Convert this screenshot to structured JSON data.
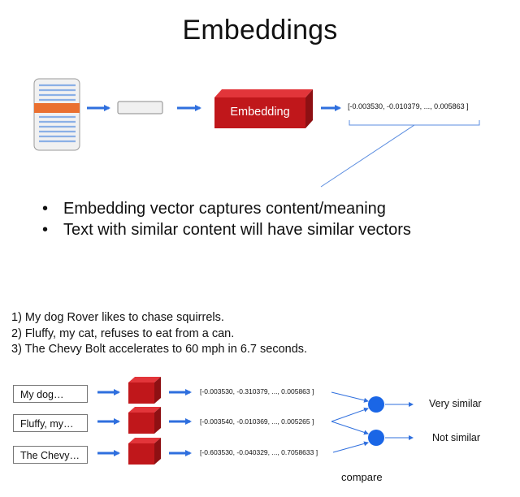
{
  "title": "Embeddings",
  "top_flow": {
    "embedding_label": "Embedding",
    "vector": "[-0.003530, -0.010379, ..., 0.005863 ]"
  },
  "bullets": [
    "Embedding vector captures content/meaning",
    "Text with similar content will have similar vectors"
  ],
  "sentences": [
    "1) My dog Rover likes to chase squirrels.",
    "2) Fluffy, my cat, refuses to eat from a can.",
    "3) The Chevy Bolt accelerates to 60 mph in 6.7 seconds."
  ],
  "rows": [
    {
      "input": "My dog…",
      "vector": "[-0.003530, -0.310379, ..., 0.005863 ]"
    },
    {
      "input": "Fluffy, my…",
      "vector": "[-0.003540, -0.010369, ..., 0.005265 ]"
    },
    {
      "input": "The Chevy…",
      "vector": "[-0.603530, -0.040329, ..., 0.7058633 ]"
    }
  ],
  "results": {
    "very_similar": "Very similar",
    "not_similar": "Not similar",
    "compare": "compare"
  },
  "colors": {
    "arrow_blue": "#2f6fde",
    "embed_red": "#c0171b",
    "node_blue": "#1a66e6",
    "doc_line_blue": "#8bb0e6",
    "doc_highlight_orange": "#ea7030"
  }
}
